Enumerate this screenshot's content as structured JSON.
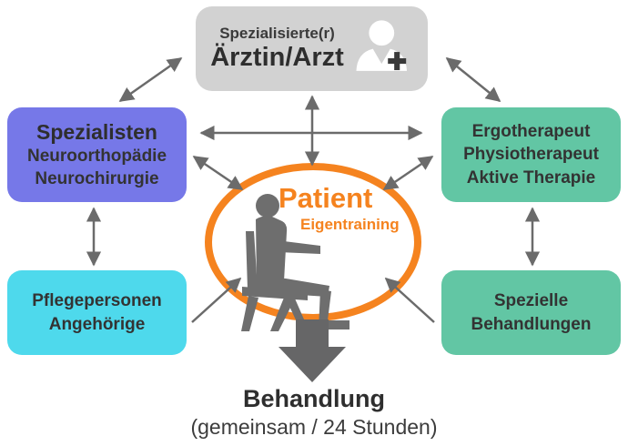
{
  "diagram": {
    "doctor_box": {
      "line1": "Spezialisierte(r)",
      "line2": "Ärztin/Arzt"
    },
    "specialists_box": {
      "line1": "Spezialisten",
      "line2": "Neuroorthopädie",
      "line3": "Neurochirurgie"
    },
    "caregivers_box": {
      "line1": "Pflegepersonen",
      "line2": "Angehörige"
    },
    "therapists_box": {
      "line1": "Ergotherapeut",
      "line2": "Physiotherapeut",
      "line3": "Aktive Therapie"
    },
    "treatments_box": {
      "line1": "Spezielle",
      "line2": "Behandlungen"
    },
    "patient": {
      "title": "Patient",
      "subtitle": "Eigentraining"
    },
    "footer": {
      "title": "Behandlung",
      "subtitle": "(gemeinsam / 24 Stunden)"
    },
    "icons": {
      "doctor": "doctor-add-icon",
      "patient": "patient-sitting-icon",
      "flow": "down-block-arrow-icon"
    },
    "colors": {
      "doctor_box_bg": "#d2d2d2",
      "specialists_box_bg": "#7678e8",
      "caregivers_box_bg": "#4ed9ec",
      "therapy_box_bg": "#62c6a4",
      "accent_orange": "#f5831f",
      "arrow_gray": "#6b6b6b",
      "text_dark": "#2e2e2e"
    }
  }
}
